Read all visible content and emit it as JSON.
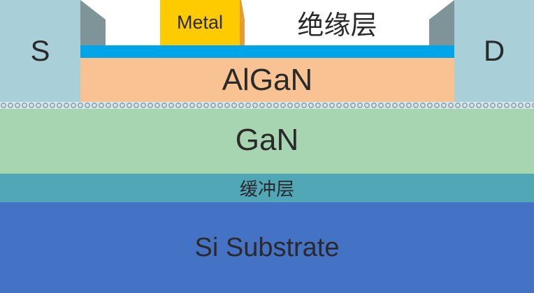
{
  "layers": {
    "substrate": {
      "label": "Si Substrate",
      "color": "#4472c4"
    },
    "buffer": {
      "label": "缓冲层",
      "color": "#52a7b7"
    },
    "gan": {
      "label": "GaN",
      "color": "#a7d5b1"
    },
    "twodeg": {
      "color": "#d5e5ec"
    },
    "algan": {
      "label": "AlGaN",
      "color": "#f8c292"
    },
    "passivation": {
      "color": "#00a4e8"
    },
    "insulator": {
      "label": "绝缘层",
      "color": "#ffffff"
    },
    "gate": {
      "label": "Metal",
      "color": "#fecb00",
      "edge_color": "#e79a3a"
    },
    "source": {
      "label": "S",
      "color": "#a9cfd8"
    },
    "drain": {
      "label": "D",
      "color": "#a9cfd8"
    },
    "contact_edge_color": "#7f9498"
  }
}
